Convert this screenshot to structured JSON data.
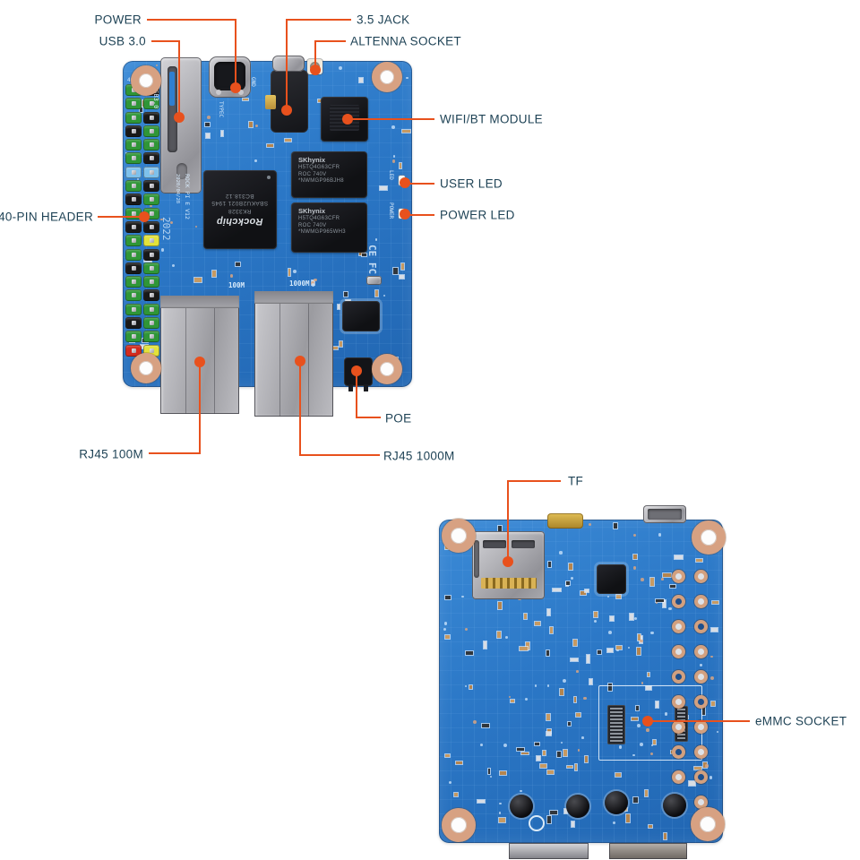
{
  "labels": {
    "power": "POWER",
    "usb30": "USB 3.0",
    "jack35": "3.5 JACK",
    "antenna": "ALTENNA SOCKET",
    "wifi": "WIFI/BT MODULE",
    "user_led": "USER LED",
    "power_led": "POWER LED",
    "header40": "40-PIN HEADER",
    "poe": "POE",
    "rj45_100m": "RJ45 100M",
    "rj45_1000m": "RJ45 1000M",
    "tf": "TF",
    "emmc": "eMMC SOCKET"
  },
  "colors": {
    "callout": "#e8511d",
    "label_text": "#1f4356",
    "pcb_front": "#2b77c6",
    "pcb_back": "#2a73c0",
    "copper_ring": "#d7a182",
    "pin_palette": {
      "g": "#2f9637",
      "k": "#181818",
      "b": "#7ec1ec",
      "y": "#e3e23a",
      "r": "#d22a1e"
    }
  },
  "front_board": {
    "header_pins": [
      [
        "g",
        "k"
      ],
      [
        "g",
        "g"
      ],
      [
        "g",
        "k"
      ],
      [
        "k",
        "g"
      ],
      [
        "g",
        "g"
      ],
      [
        "g",
        "k"
      ],
      [
        "b",
        "b"
      ],
      [
        "g",
        "k"
      ],
      [
        "k",
        "g"
      ],
      [
        "g",
        "g"
      ],
      [
        "k",
        "k"
      ],
      [
        "g",
        "y"
      ],
      [
        "g",
        "k"
      ],
      [
        "k",
        "g"
      ],
      [
        "g",
        "g"
      ],
      [
        "g",
        "k"
      ],
      [
        "g",
        "g"
      ],
      [
        "k",
        "g"
      ],
      [
        "g",
        "g"
      ],
      [
        "r",
        "y"
      ]
    ],
    "silkscreen": {
      "usb3": "USB3.0",
      "pin40": "40",
      "gnd": "GND",
      "typec": "TYPEC",
      "eth100": "100M",
      "eth1000": "1000M",
      "led": "LED",
      "power": "POWER",
      "date": "2020/04/28",
      "model": "ROCK PI E V12",
      "year": "2022",
      "marks": "CE FC"
    },
    "soc": {
      "brand": "Rockchip",
      "part": "RK3328",
      "code1": "SBAKU2B021 1945",
      "code2": "BC318.12"
    },
    "ram": {
      "brand": "SKhynix",
      "part": "H5TQ4G63CFR",
      "grade": "ROC  740V",
      "serial1": "*NWMGP96BJH8",
      "serial2": "*NWMGP965WH3"
    }
  }
}
